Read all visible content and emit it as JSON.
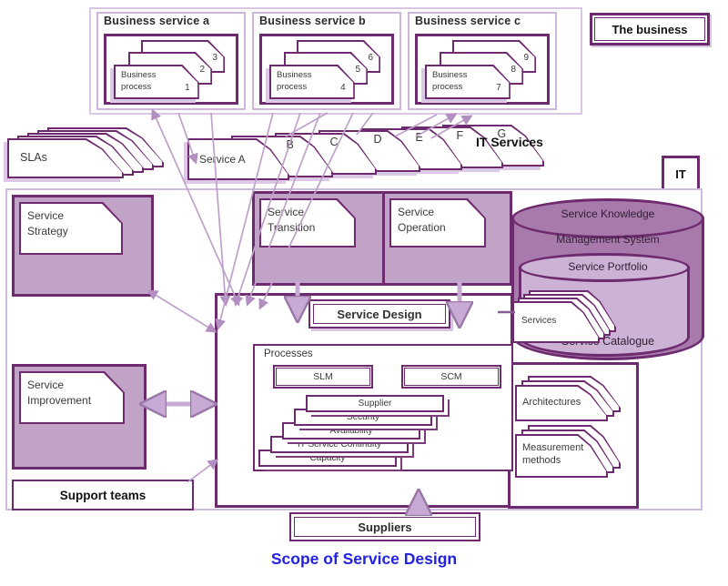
{
  "caption": "Scope of Service Design",
  "top": {
    "business_label": "The business",
    "groups": [
      {
        "title": "Business service a",
        "process": "Business process",
        "num1": "1",
        "num2": "2",
        "num3": "3"
      },
      {
        "title": "Business service b",
        "process": "Business process",
        "num1": "4",
        "num2": "5",
        "num3": "6"
      },
      {
        "title": "Business service c",
        "process": "Business process",
        "num1": "7",
        "num2": "8",
        "num3": "9"
      }
    ]
  },
  "middle": {
    "slas": "SLAs",
    "service_front": "Service A",
    "service_letters": [
      "B",
      "C",
      "D",
      "E",
      "F",
      "G"
    ],
    "it_services_label": "IT Services",
    "it_label": "IT"
  },
  "lifecycle": {
    "strategy": "Service Strategy",
    "transition": "Service Transition",
    "operation": "Service Operation",
    "improvement": "Service Improvement",
    "support_teams": "Support teams",
    "suppliers": "Suppliers"
  },
  "skms": {
    "line1": "Service Knowledge",
    "line2": "Management System",
    "portfolio": "Service Portfolio",
    "services": "Services",
    "catalogue": "Service Catalogue"
  },
  "design": {
    "title": "Service Design",
    "processes": "Processes",
    "slm": "SLM",
    "scm": "SCM",
    "cascade": [
      "Supplier",
      "Security",
      "Availability",
      "IT Service Continuity",
      "Capacity"
    ]
  },
  "right": {
    "architectures": "Architectures",
    "measurement": "Measurement methods"
  },
  "colors": {
    "border": "#6e2a6e",
    "panel_fill": "#c1a3c8",
    "cylinder_outer": "#a87aab",
    "cylinder_inner": "#ccb2d4",
    "connector": "#bfa0cb",
    "caption_blue": "#2222e0"
  }
}
